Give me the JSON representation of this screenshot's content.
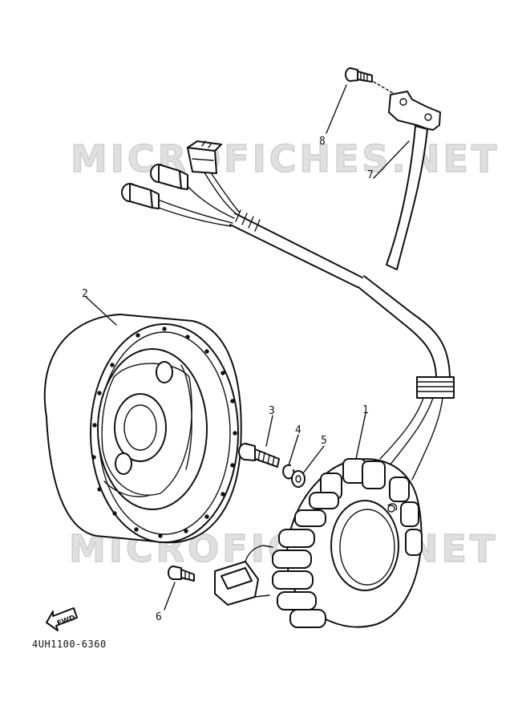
{
  "watermark": "MICROFICHES.NET",
  "diagram_code": "4UH1100-6360",
  "fwd_label": "FWD",
  "callouts": [
    {
      "num": "1",
      "part": "stator"
    },
    {
      "num": "2",
      "part": "rotor"
    },
    {
      "num": "3",
      "part": "bolt"
    },
    {
      "num": "4",
      "part": "lock-washer"
    },
    {
      "num": "5",
      "part": "washer"
    },
    {
      "num": "6",
      "part": "pickup-bolt"
    },
    {
      "num": "7",
      "part": "clamp"
    },
    {
      "num": "8",
      "part": "clamp-bolt"
    }
  ]
}
